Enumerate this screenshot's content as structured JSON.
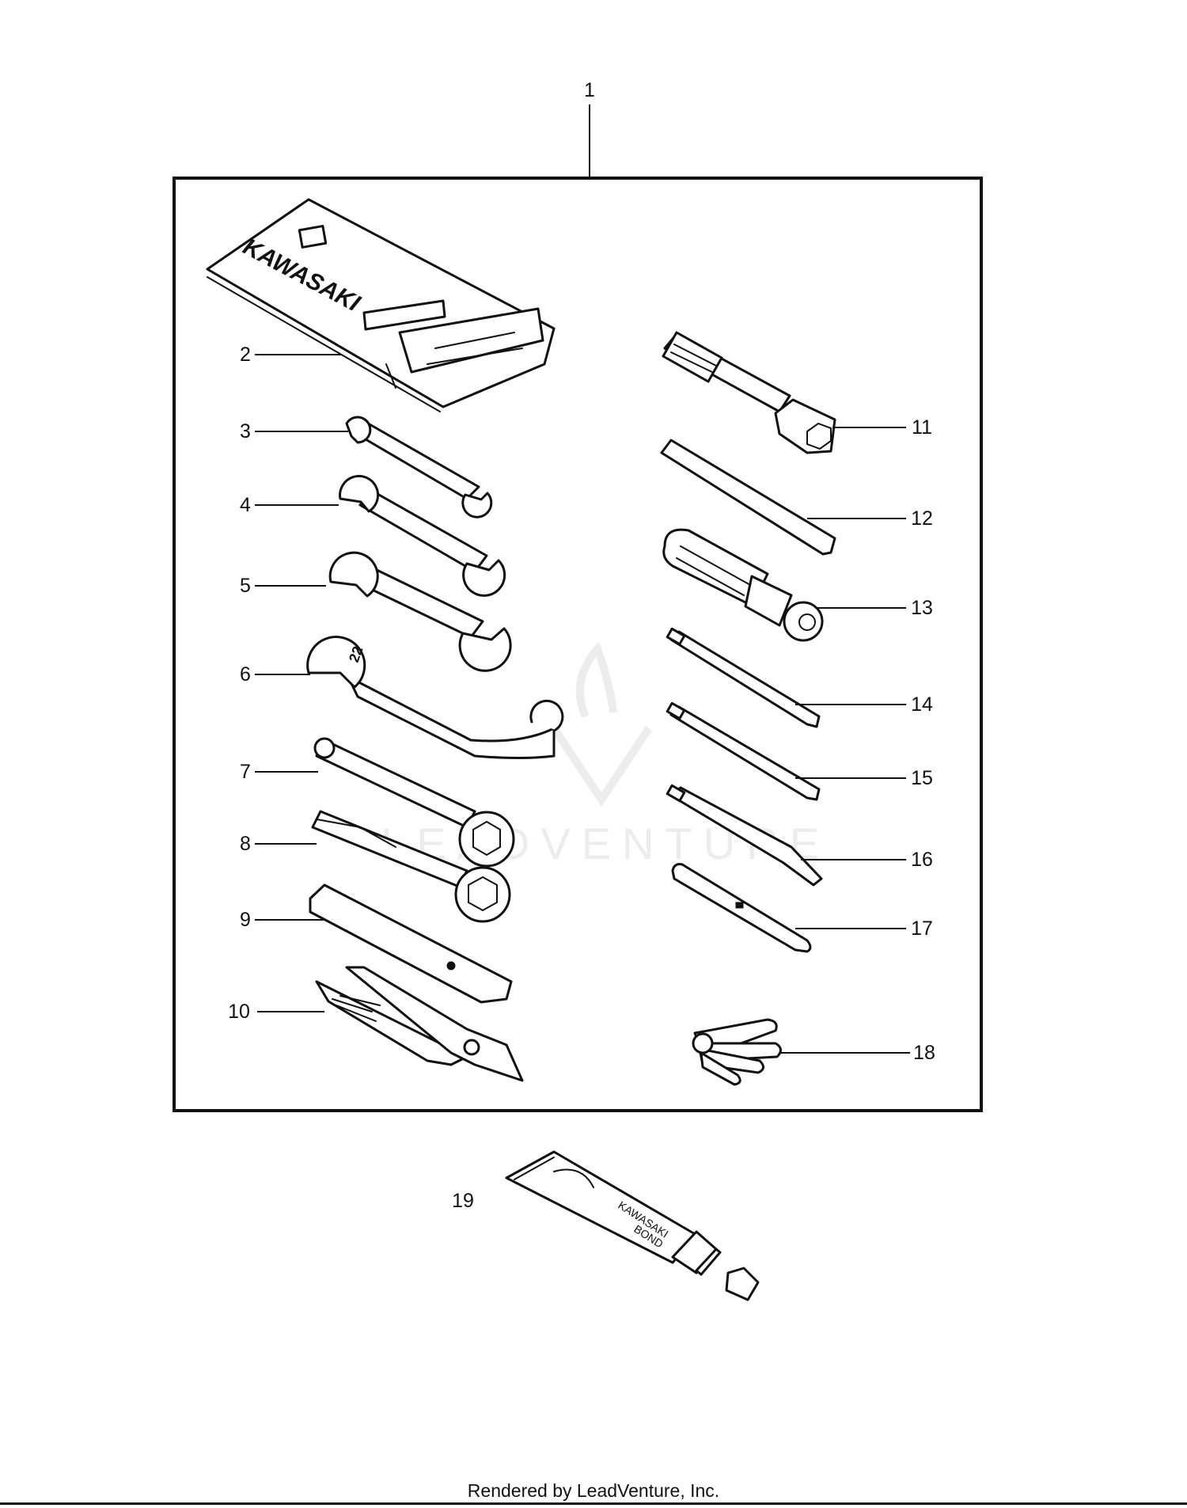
{
  "diagram": {
    "callouts": [
      {
        "id": 1,
        "label": "1"
      },
      {
        "id": 2,
        "label": "2"
      },
      {
        "id": 3,
        "label": "3"
      },
      {
        "id": 4,
        "label": "4"
      },
      {
        "id": 5,
        "label": "5"
      },
      {
        "id": 6,
        "label": "6"
      },
      {
        "id": 7,
        "label": "7"
      },
      {
        "id": 8,
        "label": "8"
      },
      {
        "id": 9,
        "label": "9"
      },
      {
        "id": 10,
        "label": "10"
      },
      {
        "id": 11,
        "label": "11"
      },
      {
        "id": 12,
        "label": "12"
      },
      {
        "id": 13,
        "label": "13"
      },
      {
        "id": 14,
        "label": "14"
      },
      {
        "id": 15,
        "label": "15"
      },
      {
        "id": 16,
        "label": "16"
      },
      {
        "id": 17,
        "label": "17"
      },
      {
        "id": 18,
        "label": "18"
      },
      {
        "id": 19,
        "label": "19"
      }
    ],
    "pouch_brand": "KAWASAKI",
    "tube_brand_line1": "KAWASAKI",
    "tube_brand_line2": "BOND",
    "wrench6_size": "22",
    "watermark": "LEADVENTURE"
  },
  "footer": {
    "text": "Rendered by LeadVenture, Inc."
  },
  "colors": {
    "ink": "#111111",
    "background": "#ffffff",
    "watermark": "#ececec"
  }
}
